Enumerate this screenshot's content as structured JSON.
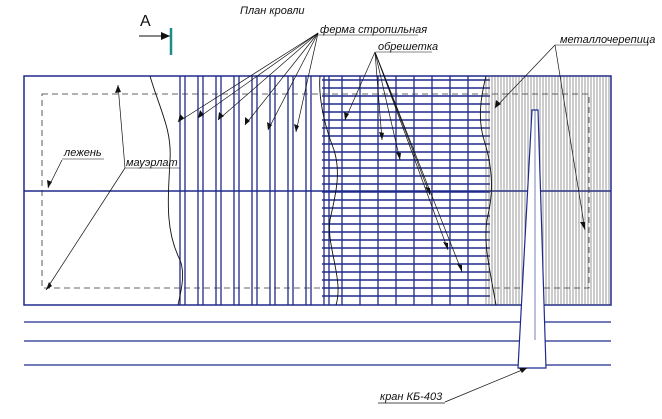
{
  "title": "План кровли",
  "section_mark": "А",
  "labels": {
    "truss": "ферма стропильная",
    "lathing": "обрешетка",
    "metal_tile": "металлочерепица",
    "lezhen": "лежень",
    "mauerlat": "мауэрлат",
    "crane": "кран КБ-403"
  },
  "colors": {
    "structure": "#1f2a8c",
    "line": "#111111",
    "tile": "#555555"
  }
}
